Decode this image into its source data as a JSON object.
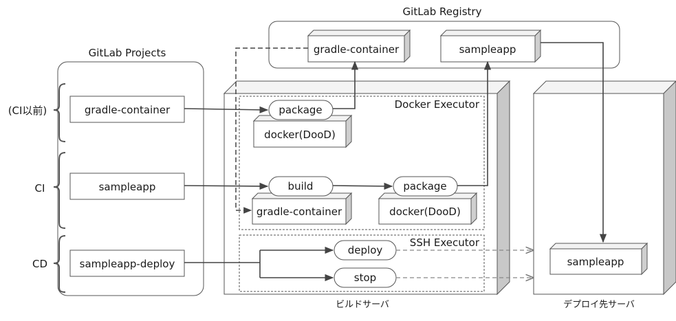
{
  "registry": {
    "title": "GitLab Registry",
    "images": [
      "gradle-container",
      "sampleapp"
    ]
  },
  "projects": {
    "title": "GitLab Projects",
    "stage_labels": [
      "(CI以前)",
      "CI",
      "CD"
    ],
    "items": [
      "gradle-container",
      "sampleapp",
      "sampleapp-deploy"
    ]
  },
  "build_server": {
    "label": "ビルドサーバ",
    "docker_executor": {
      "title": "Docker Executor",
      "steps": {
        "package_top": "package",
        "docker_top": "docker(DooD)",
        "build": "build",
        "gradle": "gradle-container",
        "package_mid": "package",
        "docker_mid": "docker(DooD)"
      }
    },
    "ssh_executor": {
      "title": "SSH Executor",
      "steps": [
        "deploy",
        "stop"
      ]
    }
  },
  "deploy_server": {
    "label": "デプロイ先サーバ",
    "app": "sampleapp"
  }
}
